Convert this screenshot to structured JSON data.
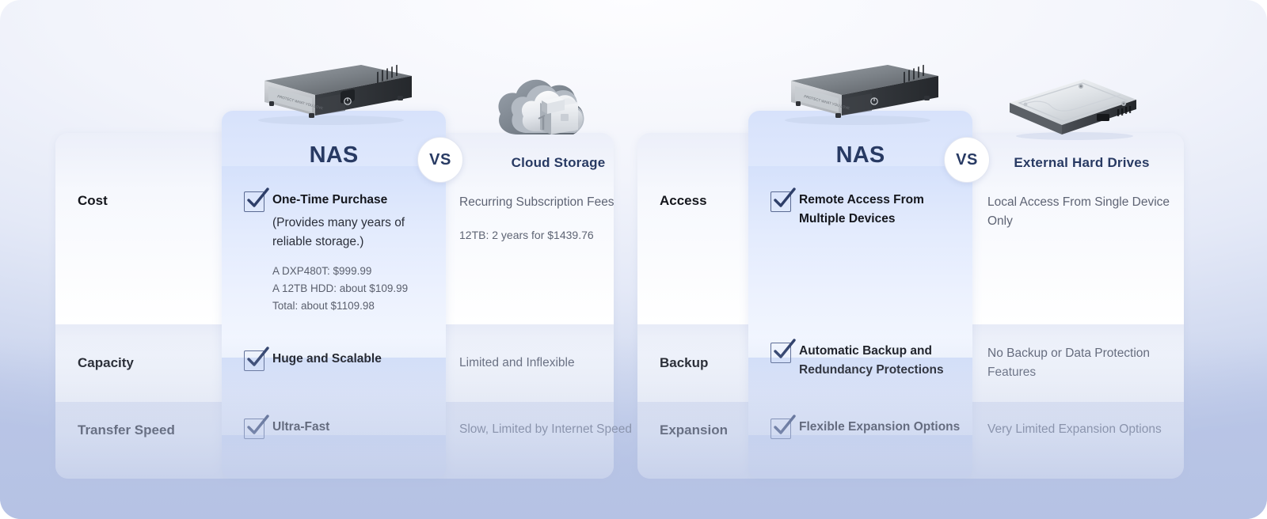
{
  "comparisons": [
    {
      "id": "nas-vs-cloud",
      "nas_header": "NAS",
      "vs_label": "VS",
      "rival_header": "Cloud Storage",
      "nas_icon": "nas-device-image",
      "rival_icon": "cloud-storage-image",
      "rows": [
        {
          "label": "Cost",
          "nas": {
            "title": "One-Time Purchase",
            "detail": "(Provides many years of reliable storage.)",
            "fine": [
              "A DXP480T: $999.99",
              "A 12TB HDD: about $109.99",
              "Total: about $1109.98"
            ]
          },
          "rival": {
            "title": "Recurring Subscription Fees",
            "note": "12TB: 2 years for $1439.76"
          }
        },
        {
          "label": "Capacity",
          "nas": {
            "title": "Huge and Scalable"
          },
          "rival": {
            "title": "Limited and Inflexible"
          }
        },
        {
          "label": "Transfer Speed",
          "nas": {
            "title": "Ultra-Fast"
          },
          "rival": {
            "title": "Slow, Limited by Internet Speed"
          }
        }
      ]
    },
    {
      "id": "nas-vs-external-hdd",
      "nas_header": "NAS",
      "vs_label": "VS",
      "rival_header": "External Hard Drives",
      "nas_icon": "nas-device-image",
      "rival_icon": "external-hard-drive-image",
      "rows": [
        {
          "label": "Access",
          "nas": {
            "title": "Remote Access From Multiple Devices"
          },
          "rival": {
            "title": "Local Access From Single Device Only"
          }
        },
        {
          "label": "Backup",
          "nas": {
            "title": "Automatic Backup and Redundancy Protections"
          },
          "rival": {
            "title": "No Backup or Data Protection Features"
          }
        },
        {
          "label": "Expansion",
          "nas": {
            "title": "Flexible Expansion Options"
          },
          "rival": {
            "title": "Very Limited Expansion Options"
          }
        }
      ]
    }
  ],
  "colors": {
    "accent_navy": "#283a63",
    "check_navy": "#2e3f69",
    "text_dark": "#14161c",
    "text_muted": "#5e6474",
    "nas_column": "#dde7fc",
    "background_top": "#f6f7fc",
    "background_bottom": "#b9c5e6"
  }
}
